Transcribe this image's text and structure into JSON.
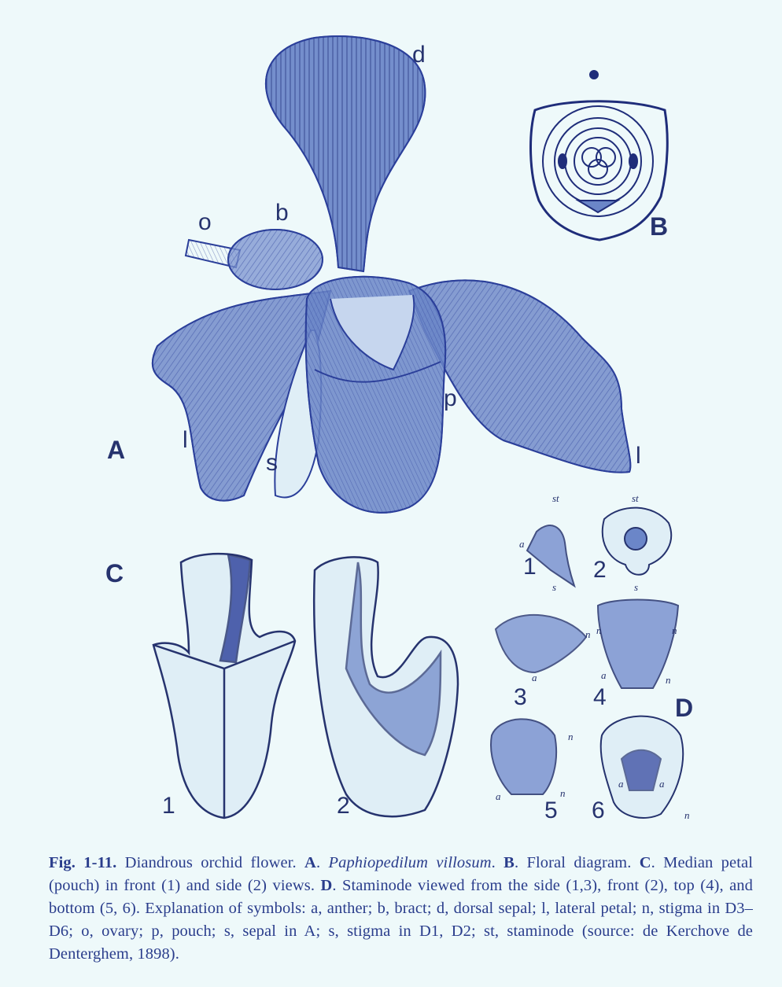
{
  "labels": {
    "A": {
      "panel": "A",
      "d": "d",
      "o": "o",
      "b": "b",
      "p": "p",
      "s": "s",
      "l_left": "l",
      "l_right": "l"
    },
    "B": {
      "panel": "B"
    },
    "C": {
      "panel": "C",
      "n1": "1",
      "n2": "2"
    },
    "D": {
      "panel": "D",
      "n1": "1",
      "n2": "2",
      "n3": "3",
      "n4": "4",
      "n5": "5",
      "n6": "6",
      "st1": "st",
      "st2": "st",
      "a1": "a",
      "s1": "s",
      "s2": "s",
      "n_3": "n",
      "a_3": "a",
      "n_4a": "n",
      "n_4b": "n",
      "a_4": "a",
      "n_4c": "n",
      "n_5": "n",
      "a_5": "a",
      "n_5b": "n",
      "a_6a": "a",
      "a_6b": "a",
      "n_6": "n"
    }
  },
  "caption": {
    "fig": "Fig. 1-11.",
    "t1": " Diandrous orchid flower. ",
    "A": "A",
    "t2": ". ",
    "species": "Paphiopedilum villosum",
    "t3": ". ",
    "B": "B",
    "t4": ". Floral diagram. ",
    "C": "C",
    "t5": ". Median petal (pouch) in front (1) and side (2) views. ",
    "D": "D",
    "t6": ". Staminode viewed from the side (1,3), front (2), top (4), and bottom (5, 6). Explanation of symbols: a, anther; b, bract; d, dorsal sepal; l, lateral petal; n, stigma in D3–D6; o, ovary; p, pouch; s, sepal in A; s, stigma in D1, D2; st, staminode (source: de Kerchove de Denterghem, 1898)."
  },
  "colors": {
    "ink": "#2b3f9a",
    "paper": "#eef9fa",
    "fill": "#6b86c8",
    "dark": "#1f2d7a"
  }
}
